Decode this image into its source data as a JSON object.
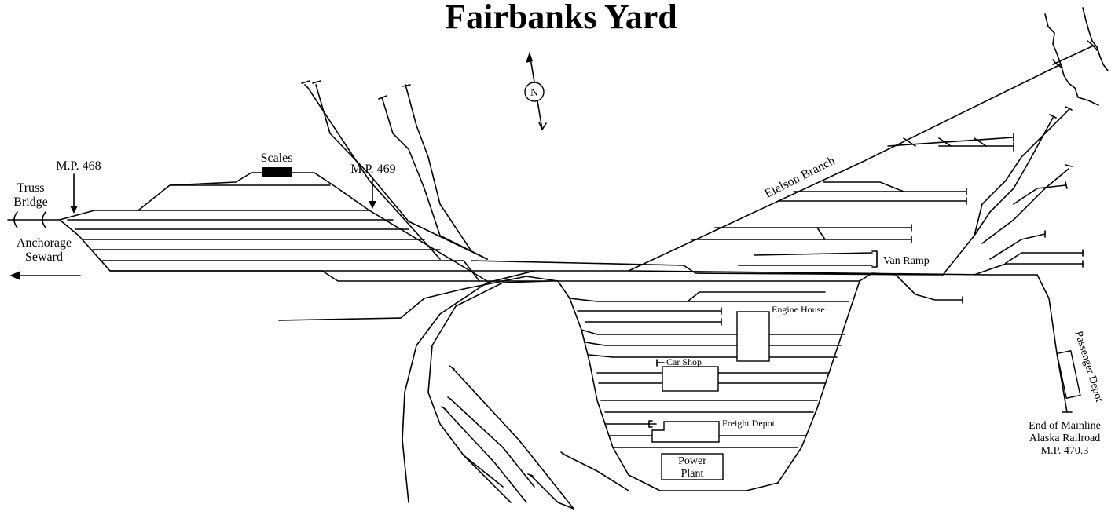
{
  "title": "Fairbanks Yard",
  "compass": {
    "letter": "N"
  },
  "labels": {
    "mp468": "M.P. 468",
    "mp469": "M.P. 469",
    "truss_bridge_line1": "Truss",
    "truss_bridge_line2": "Bridge",
    "anchorage_line1": "Anchorage",
    "anchorage_line2": "Seward",
    "scales": "Scales",
    "eielson_branch": "Eielson Branch",
    "van_ramp": "Van Ramp",
    "engine_house": "Engine House",
    "car_shop": "Car Shop",
    "freight_depot": "Freight Depot",
    "power_plant_line1": "Power",
    "power_plant_line2": "Plant",
    "passenger_depot": "Passenger Depot",
    "end_line1": "End of Mainline",
    "end_line2": "Alaska Railroad",
    "end_line3": "M.P. 470.3"
  }
}
